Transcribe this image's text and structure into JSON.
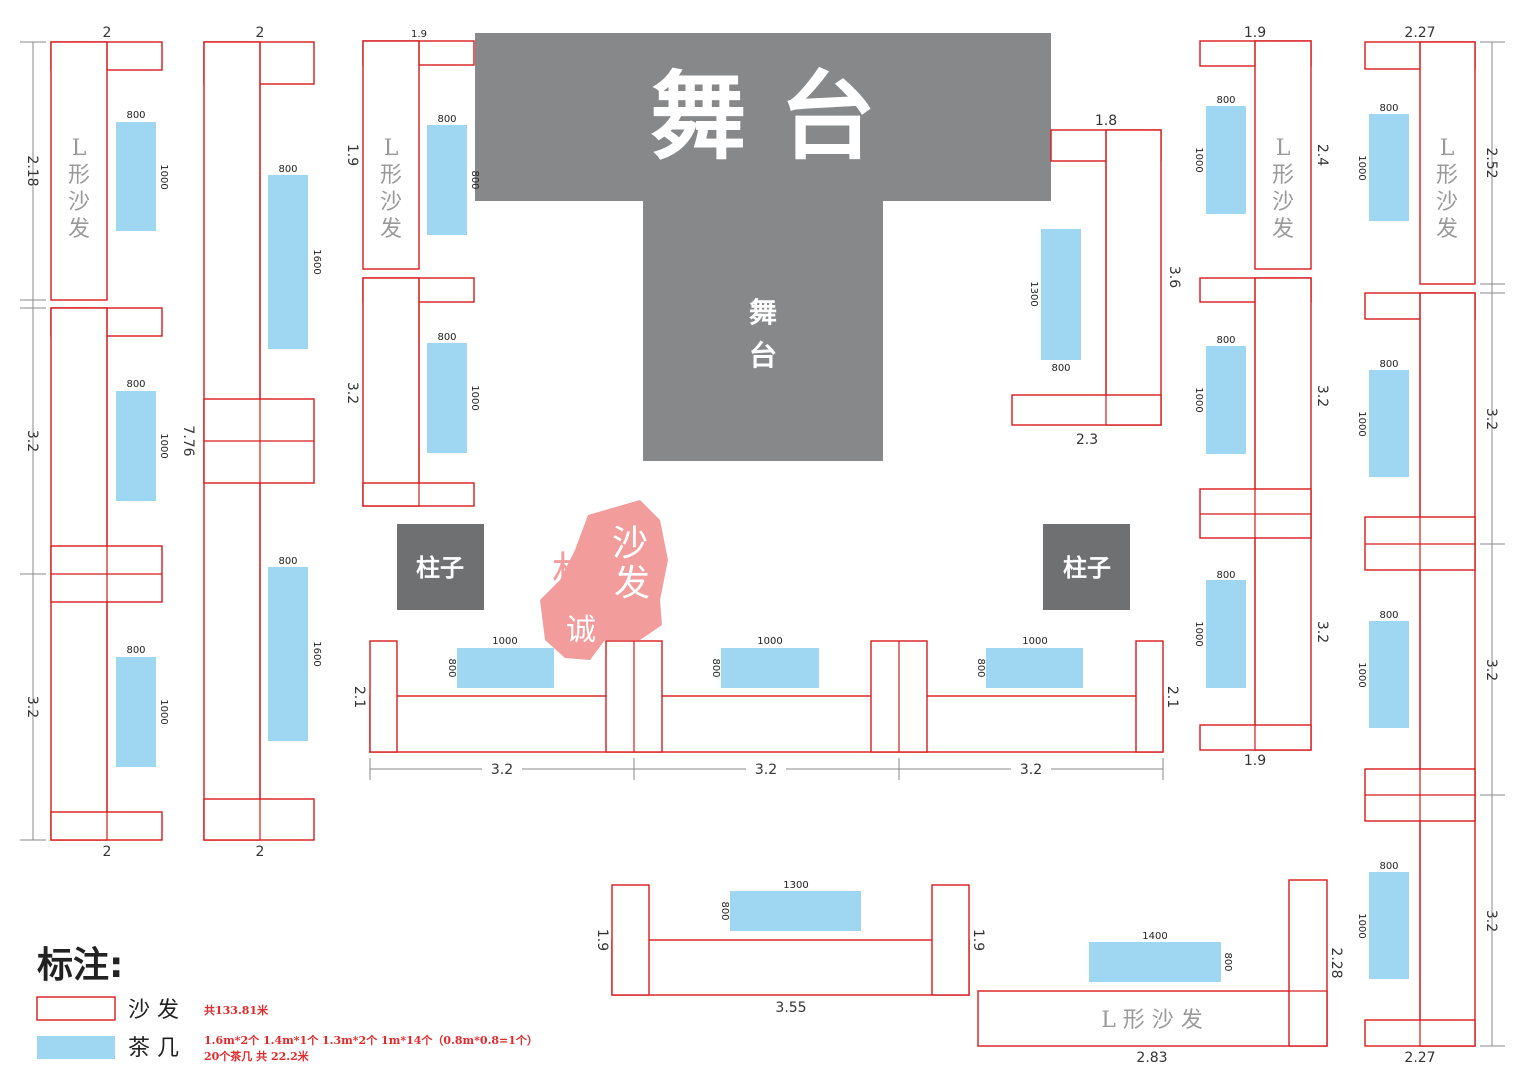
{
  "stage": {
    "main": "舞 台",
    "sub_top": "舞",
    "sub_bottom": "台"
  },
  "pillars": {
    "left": "柱子",
    "right": "柱子"
  },
  "lsofa": {
    "chars": [
      "L",
      "形",
      "沙",
      "发"
    ],
    "bottom": "L 形 沙 发"
  },
  "watermark": {
    "left": "林",
    "right_top": "沙",
    "right_mid": "发",
    "bottom": "诚"
  },
  "dims": {
    "c1_top": "2",
    "c1_bottom": "2",
    "c1_h1": "2.18",
    "c1_h2": "3.2",
    "c1_h3": "3.2",
    "c2_top": "2",
    "c2_bottom": "2",
    "c2_h": "7.76",
    "c3_top": "1.9",
    "c3_h1": "1.9",
    "c3_h2": "3.2",
    "r1_top": "1.8",
    "r1_bottom": "2.3",
    "r1_h": "3.6",
    "c4_top": "1.9",
    "c4_bottom": "1.9",
    "c4_h1": "2.4",
    "c4_h2": "3.2",
    "c4_h3": "3.2",
    "c5_top": "2.27",
    "c5_bottom": "2.27",
    "c5_h1": "2.52",
    "c5_h2": "3.2",
    "c5_h3": "3.2",
    "c5_h4": "3.2",
    "row_h_left": "2.1",
    "row_h_right": "2.1",
    "row_w1": "3.2",
    "row_w2": "3.2",
    "row_w3": "3.2",
    "b1_w": "3.55",
    "b1_h_left": "1.9",
    "b1_h_right": "1.9",
    "b2_w": "2.83",
    "b2_h": "2.28"
  },
  "tables": {
    "t800": "800",
    "t1000": "1000",
    "t1600": "1600",
    "t1300": "1300",
    "t1400": "1400"
  },
  "legend": {
    "title": "标注:",
    "sofa_label": "沙 发",
    "sofa_note": "共133.81米",
    "table_label": "茶 几",
    "table_note_1": "1.6m*2个  1.4m*1个  1.3m*2个  1m*14个（0.8m*0.8=1个）",
    "table_note_2": "20个茶几    共 22.2米"
  },
  "colors": {
    "sofa_stroke": "#d81b1b",
    "table_fill": "#9fd6f2",
    "stage_fill": "#87888a",
    "pillar_fill": "#6f7072",
    "note_red": "#e2292b"
  }
}
